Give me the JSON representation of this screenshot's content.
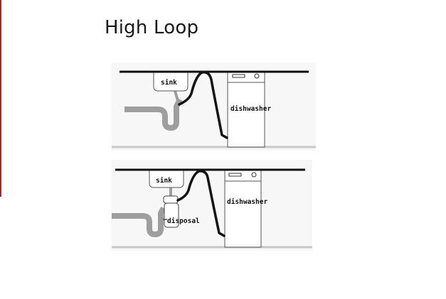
{
  "title": "High Loop",
  "colors": {
    "accent_rule": "#b4232a",
    "drain_pipe": "#9e9e9e",
    "drain_hose": "#141414",
    "outline": "#555555",
    "counter": "#111111"
  },
  "diagrams": [
    {
      "sink_label": "sink",
      "dishwasher_label": "dishwasher"
    },
    {
      "sink_label": "sink",
      "dishwasher_label": "dishwasher",
      "disposal_label": "disposal"
    }
  ]
}
